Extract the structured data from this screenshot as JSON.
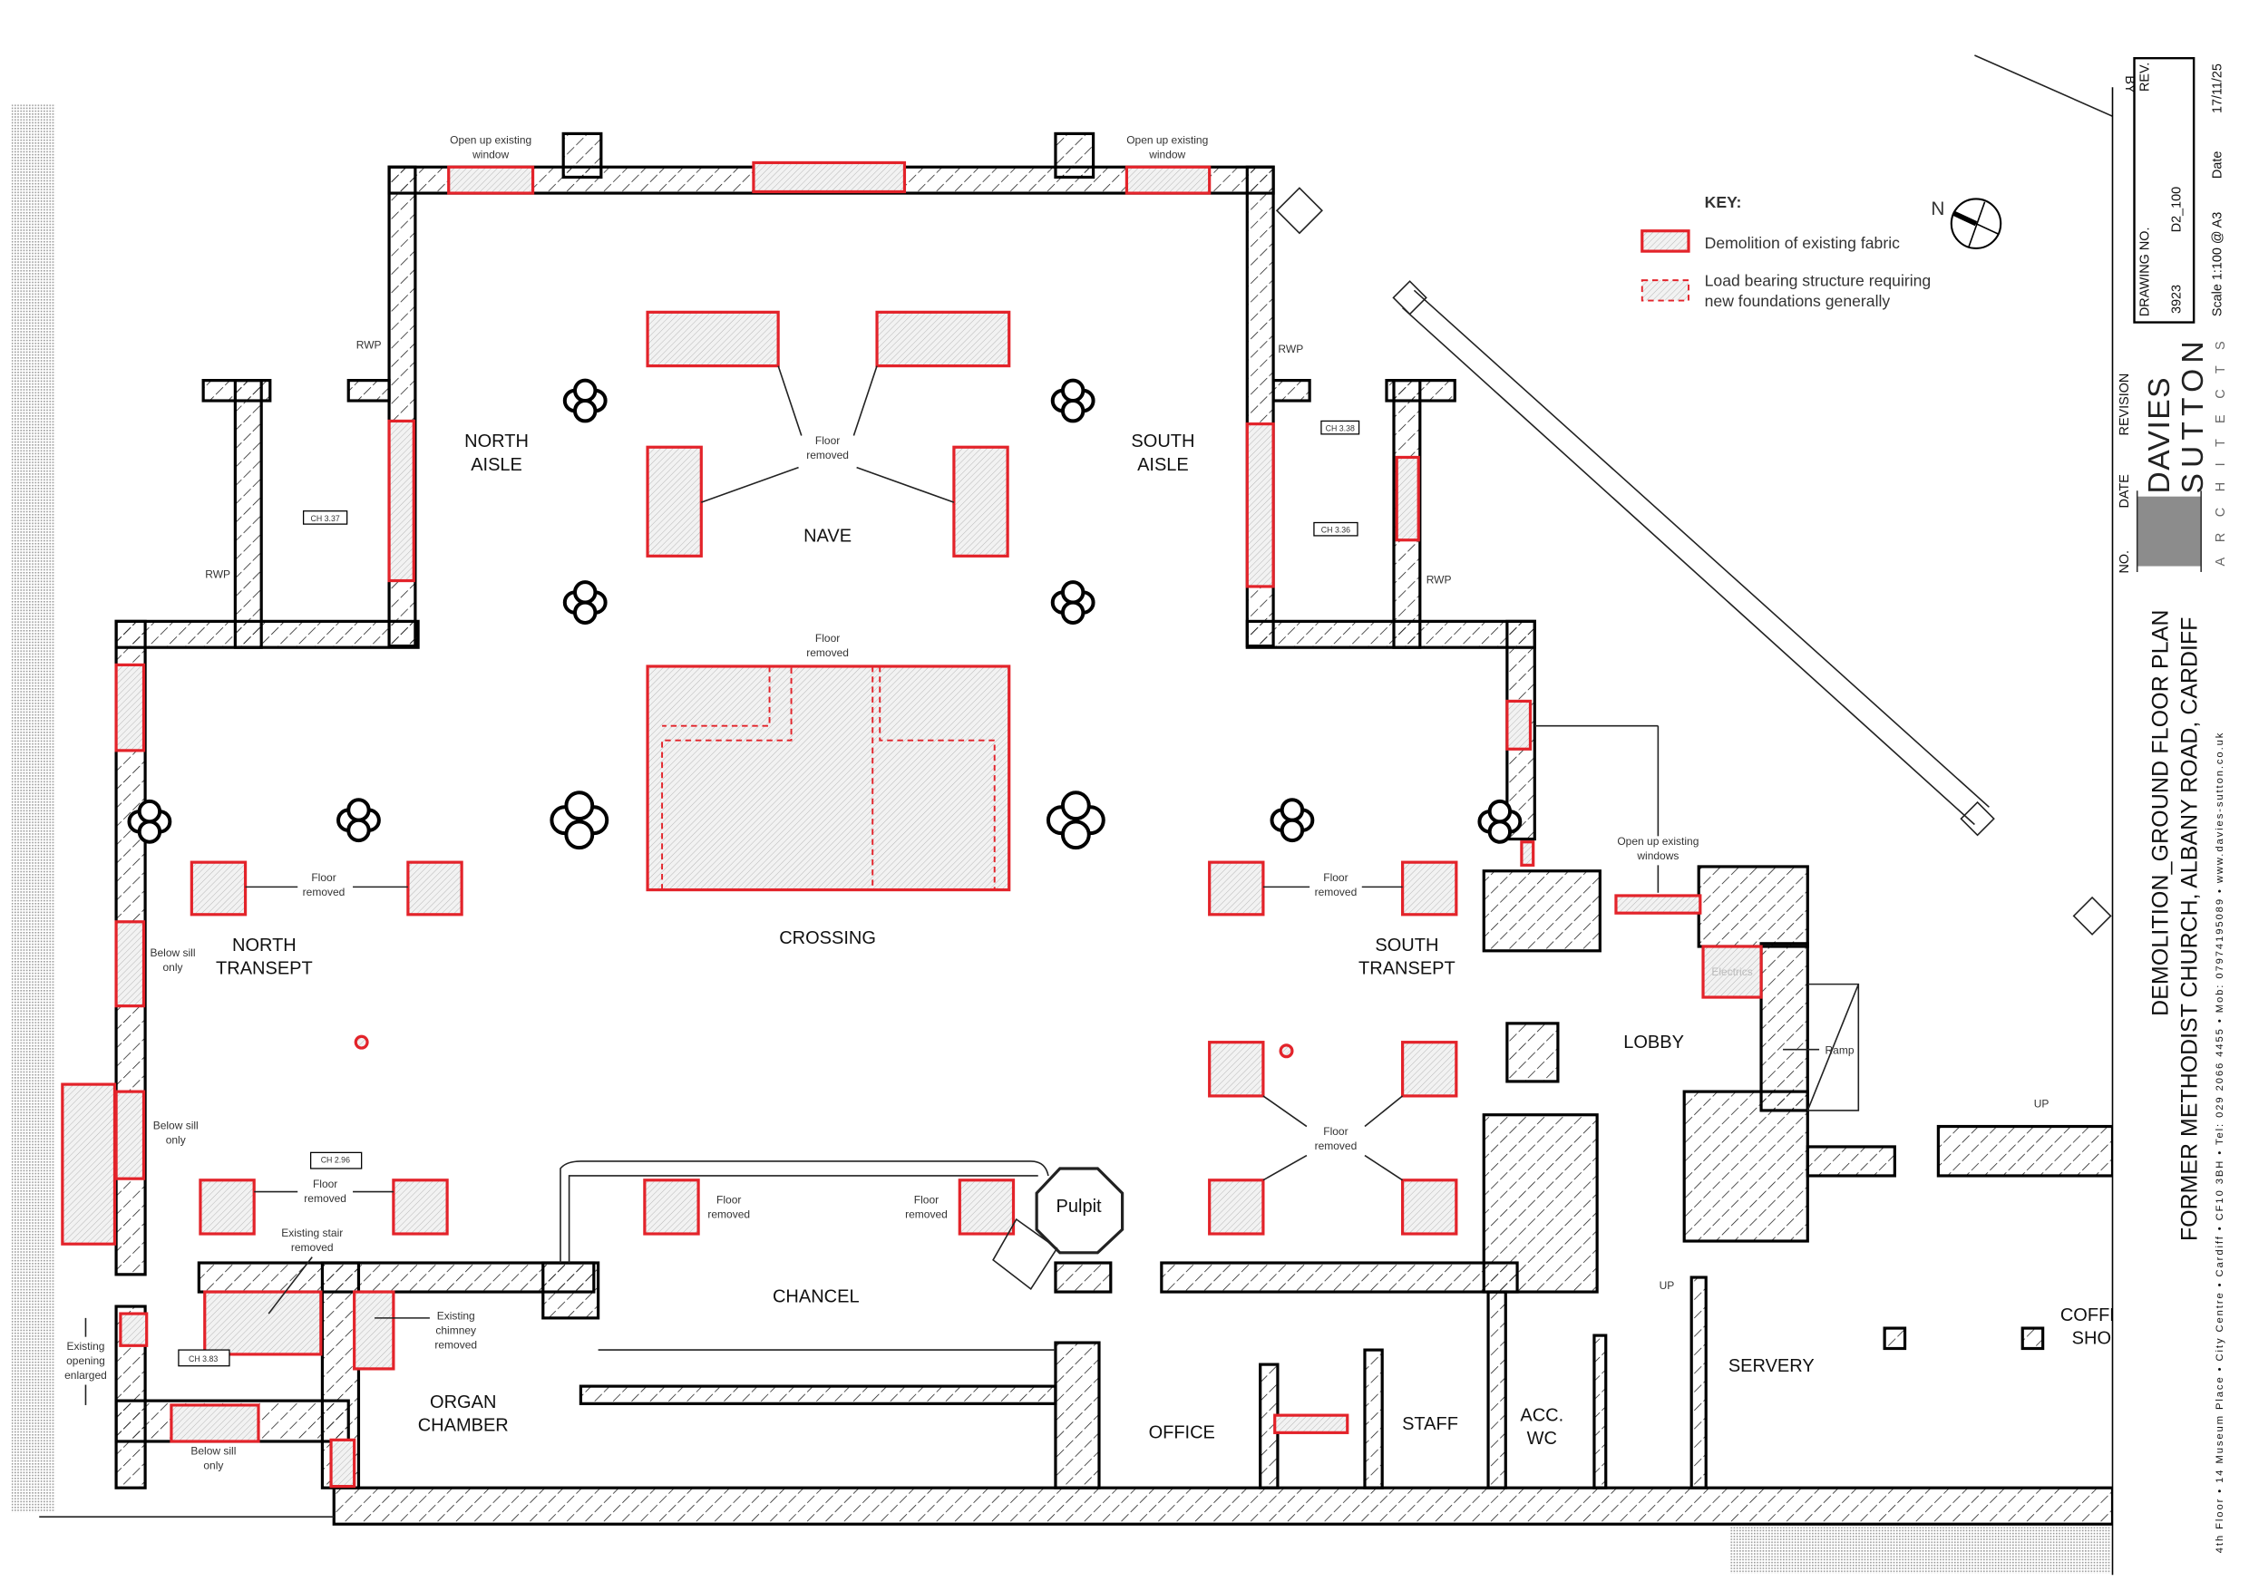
{
  "key": {
    "title": "KEY:",
    "items": [
      {
        "label": "Demolition of existing fabric"
      },
      {
        "label_lines": [
          "Load bearing structure requiring",
          "new foundations generally"
        ]
      }
    ],
    "north_label": "N",
    "colors": {
      "demolition": "#e3232a",
      "wall": "#000000"
    }
  },
  "rooms": {
    "north_aisle": [
      "NORTH",
      "AISLE"
    ],
    "nave": "NAVE",
    "south_aisle": [
      "SOUTH",
      "AISLE"
    ],
    "north_transept": [
      "NORTH",
      "TRANSEPT"
    ],
    "crossing": "CROSSING",
    "south_transept": [
      "SOUTH",
      "TRANSEPT"
    ],
    "lobby": "LOBBY",
    "chancel": "CHANCEL",
    "organ_chamber": [
      "ORGAN",
      "CHAMBER"
    ],
    "office": "OFFICE",
    "staff": "STAFF",
    "acc_wc": [
      "ACC.",
      "WC"
    ],
    "servery": "SERVERY",
    "coffee_shop": [
      "COFFEE",
      "SHOP"
    ],
    "pulpit": "Pulpit",
    "electrics": "Electrics"
  },
  "annotations": {
    "open_window": [
      "Open up existing",
      "window"
    ],
    "open_windows": [
      "Open up existing",
      "windows"
    ],
    "floor_removed": [
      "Floor",
      "removed"
    ],
    "below_sill": [
      "Below sill",
      "only"
    ],
    "stair_removed": [
      "Existing stair",
      "removed"
    ],
    "chimney_removed": [
      "Existing",
      "chimney",
      "removed"
    ],
    "opening_enlarged": [
      "Existing",
      "opening",
      "enlarged"
    ],
    "rwp": "RWP",
    "ramp": "Ramp",
    "up": "UP"
  },
  "ceiling_heights": {
    "north_porch": "CH 3.37",
    "south_porch": "CH 3.36",
    "south_porch_door": "CH 3.38",
    "north_transept": "CH 2.96",
    "stair": "CH 3.83"
  },
  "title_block": {
    "rev_labels": {
      "by": "BY",
      "rev": "REV.",
      "revision": "REVISION",
      "date": "DATE",
      "no": "NO."
    },
    "drawing_no_label": "DRAWING NO.",
    "job_no": "3923",
    "drawing_no": "D2_100",
    "scale": "Scale  1:100 @ A3",
    "date_label": "Date",
    "date": "17/11/25",
    "logo": {
      "line1": "DAVIES",
      "line2": "SUTTON",
      "line3": "A R C H I T E C T S"
    },
    "title": "DEMOLITION_GROUND FLOOR PLAN",
    "project": "FORMER METHODIST CHURCH, ALBANY ROAD, CARDIFF",
    "address": "4th Floor • 14 Museum Place • City Centre • Cardiff • CF10 3BH • Tel: 029 2066 4455 • Mob: 07974195089 • www.davies-sutton.co.uk"
  }
}
